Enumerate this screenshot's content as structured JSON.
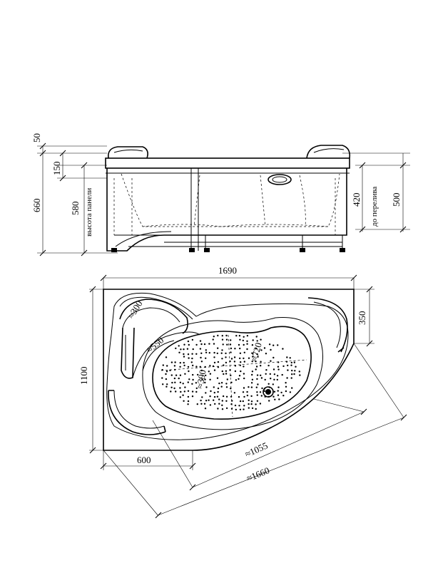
{
  "side_view": {
    "dims": {
      "top_rim": "50",
      "rim_height": "150",
      "total_height": "660",
      "panel_height": "580",
      "panel_label": "высота панели",
      "overflow_height": "420",
      "overflow_label": "до перелива",
      "height_right": "500"
    }
  },
  "top_view": {
    "dims": {
      "length": "1690",
      "width": "1100",
      "right_edge": "350",
      "headrest_r": "≈300",
      "seat_r": "≈550",
      "bowl_length": "≈720",
      "bowl_width": "≈390",
      "left_edge": "600",
      "diag_short": "≈1055",
      "diag_long": "≈1660"
    }
  }
}
